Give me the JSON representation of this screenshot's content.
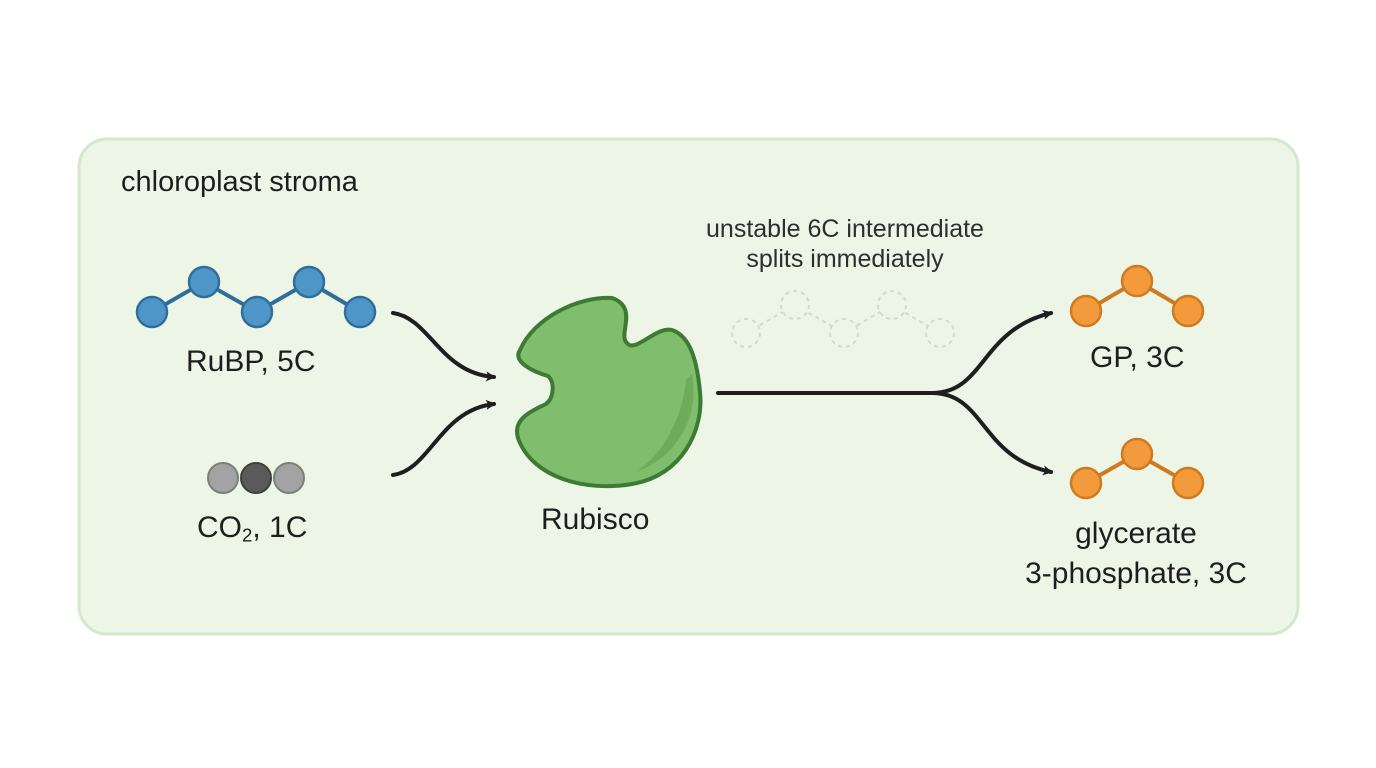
{
  "region": {
    "title": "chloroplast stroma"
  },
  "intermediate_note": {
    "line1": "unstable 6C intermediate",
    "line2": "splits immediately"
  },
  "molecules": {
    "rubp": {
      "label": "RuBP, 5C"
    },
    "co2": {
      "label_prefix": "CO",
      "label_subscript": "2",
      "label_suffix": ", 1C"
    },
    "enzyme": {
      "label": "Rubisco"
    },
    "gp": {
      "label": "GP, 3C"
    },
    "g3p": {
      "line1": "glycerate",
      "line2": "3-phosphate, 3C"
    }
  },
  "colors": {
    "region_fill": "#ecf5e6",
    "region_border": "#d3e8cb",
    "rubp": "#4f96c8",
    "rubp_outline": "#2f6e99",
    "carbon_light": "#a3a3a3",
    "carbon_dark": "#5a5a5a",
    "rubisco_fill": "#80bd6c",
    "rubisco_outline": "#3d7a33",
    "product": "#f29a3c",
    "product_outline": "#cf7a1e",
    "arrow": "#1e1e1e",
    "ghost": "#d3d8d0"
  },
  "icons": [
    "rubisco-enzyme-icon",
    "rubp-chain-icon",
    "co2-molecule-icon",
    "gp-molecule-icon",
    "g3p-molecule-icon",
    "intermediate-ghost-icon"
  ]
}
